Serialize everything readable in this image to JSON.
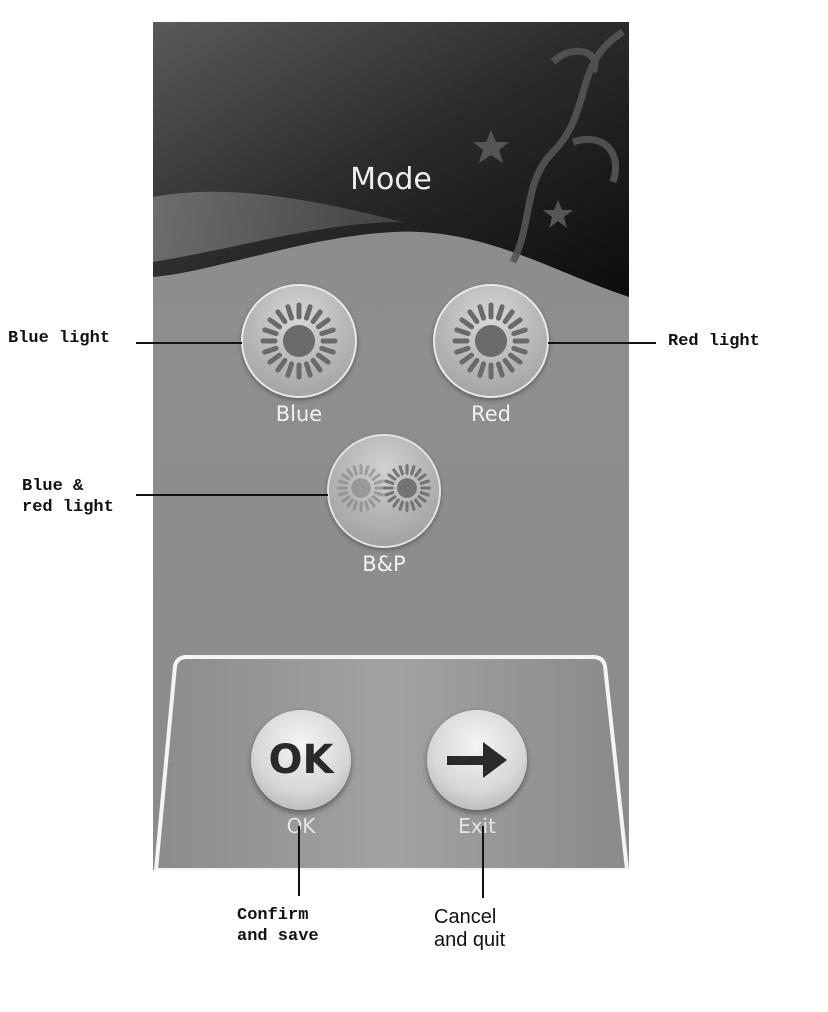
{
  "screen": {
    "title": "Mode",
    "modes": [
      {
        "label": "Blue",
        "icon": "sun-icon"
      },
      {
        "label": "Red",
        "icon": "sun-icon"
      },
      {
        "label": "B&P",
        "icon": "double-sun-icon"
      }
    ],
    "actions": {
      "ok_glyph": "OK",
      "ok_label": "OK",
      "exit_label": "Exit",
      "exit_icon": "arrow-right-icon"
    }
  },
  "annotations": {
    "blue": "Blue light",
    "red": "Red light",
    "both": "Blue &\nred light",
    "ok": "Confirm\nand save",
    "exit_line1": "Cancel",
    "exit_line2": "and quit"
  }
}
